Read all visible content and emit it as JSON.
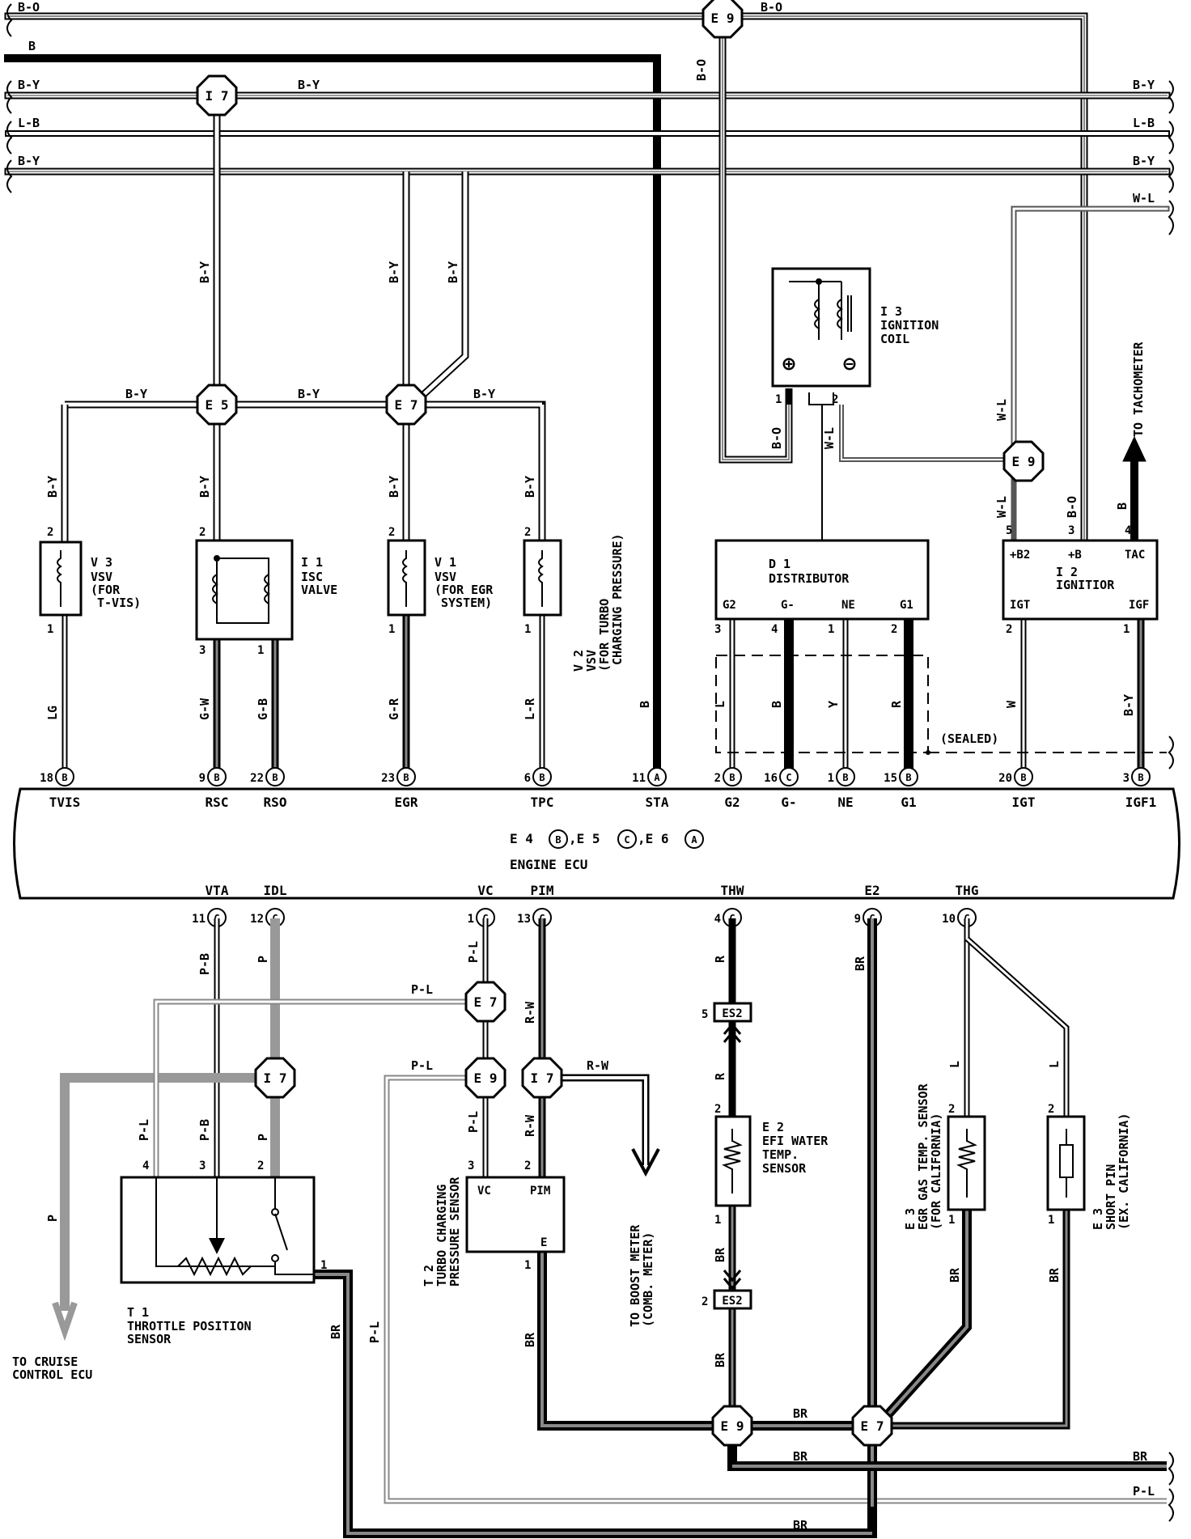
{
  "wire_labels": {
    "b_o": "B-O",
    "b": "B",
    "b_y": "B-Y",
    "l_b": "L-B",
    "w_l": "W-L",
    "lg": "LG",
    "g_w": "G-W",
    "g_b": "G-B",
    "g_r": "G-R",
    "l_r": "L-R",
    "l": "L",
    "y": "Y",
    "r": "R",
    "w": "W",
    "p_b": "P-B",
    "p": "P",
    "p_l": "P-L",
    "r_w": "R-W",
    "br": "BR"
  },
  "junctions": {
    "e9": "E 9",
    "i7": "I 7",
    "e5": "E 5",
    "e7": "E 7"
  },
  "components": {
    "i3": {
      "id": "I 3",
      "name1": "IGNITION",
      "name2": "COIL",
      "plus": "⊕",
      "minus": "⊖"
    },
    "v3": {
      "id": "V 3",
      "name1": "VSV",
      "name2": "(FOR",
      "name3": "T-VIS)"
    },
    "i1": {
      "id": "I 1",
      "name1": "ISC",
      "name2": "VALVE"
    },
    "v1": {
      "id": "V 1",
      "name1": "VSV",
      "name2": "(FOR EGR",
      "name3": "SYSTEM)"
    },
    "v2": {
      "id": "V 2",
      "name1": "VSV",
      "name2": "(FOR TURBO",
      "name3": "CHARGING PRESSURE)"
    },
    "d1": {
      "id": "D 1",
      "name": "DISTRIBUTOR",
      "g2": "G2",
      "gminus": "G-",
      "ne": "NE",
      "g1": "G1"
    },
    "i2": {
      "id": "I 2",
      "name": "IGNITIOR",
      "b2": "+B2",
      "b": "+B",
      "tac": "TAC",
      "igt": "IGT",
      "igf": "IGF"
    },
    "tach": "TO TACHOMETER",
    "sealed": "(SEALED)",
    "ecu": {
      "connectors": "E 4",
      "connector_b": "B",
      "e5": ",E 5",
      "connector_c": "C",
      "e6": ",E 6",
      "connector_a": "A",
      "name": "ENGINE ECU"
    },
    "t1": {
      "id": "T 1",
      "name1": "THROTTLE POSITION",
      "name2": "SENSOR"
    },
    "t2": {
      "id": "T 2",
      "name1": "TURBO CHARGING",
      "name2": "PRESSURE SENSOR",
      "vc": "VC",
      "pim": "PIM",
      "e": "E"
    },
    "e2": {
      "id": "E 2",
      "name1": "EFI WATER",
      "name2": "TEMP.",
      "name3": "SENSOR"
    },
    "e3a": {
      "id": "E 3",
      "name1": "EGR GAS TEMP. SENSOR",
      "name2": "(FOR CALIFORNIA)"
    },
    "e3b": {
      "id": "E 3",
      "name1": "SHORT PIN",
      "name2": "(EX. CALIFORNIA)"
    },
    "cruise1": "TO CRUISE",
    "cruise2": "CONTROL ECU",
    "boost1": "TO BOOST METER",
    "boost2": "(COMB. METER)",
    "es2": "ES2"
  },
  "ecu_top_terminals": [
    {
      "label": "TVIS",
      "pin": "18",
      "conn": "B"
    },
    {
      "label": "RSC",
      "pin": "9",
      "conn": "B"
    },
    {
      "label": "RSO",
      "pin": "22",
      "conn": "B"
    },
    {
      "label": "EGR",
      "pin": "23",
      "conn": "B"
    },
    {
      "label": "TPC",
      "pin": "6",
      "conn": "B"
    },
    {
      "label": "STA",
      "pin": "11",
      "conn": "A"
    },
    {
      "label": "G2",
      "pin": "2",
      "conn": "B"
    },
    {
      "label": "G-",
      "pin": "16",
      "conn": "C"
    },
    {
      "label": "NE",
      "pin": "1",
      "conn": "B"
    },
    {
      "label": "G1",
      "pin": "15",
      "conn": "B"
    },
    {
      "label": "IGT",
      "pin": "20",
      "conn": "B"
    },
    {
      "label": "IGF1",
      "pin": "3",
      "conn": "B"
    }
  ],
  "ecu_bottom_terminals": [
    {
      "label": "VTA",
      "pin": "11",
      "conn": "C"
    },
    {
      "label": "IDL",
      "pin": "12",
      "conn": "C"
    },
    {
      "label": "VC",
      "pin": "1",
      "conn": "C"
    },
    {
      "label": "PIM",
      "pin": "13",
      "conn": "C"
    },
    {
      "label": "THW",
      "pin": "4",
      "conn": "C"
    },
    {
      "label": "E2",
      "pin": "9",
      "conn": "C"
    },
    {
      "label": "THG",
      "pin": "10",
      "conn": "C"
    }
  ],
  "pins": {
    "p1": "1",
    "p2": "2",
    "p3": "3",
    "p4": "4",
    "p5": "5"
  }
}
